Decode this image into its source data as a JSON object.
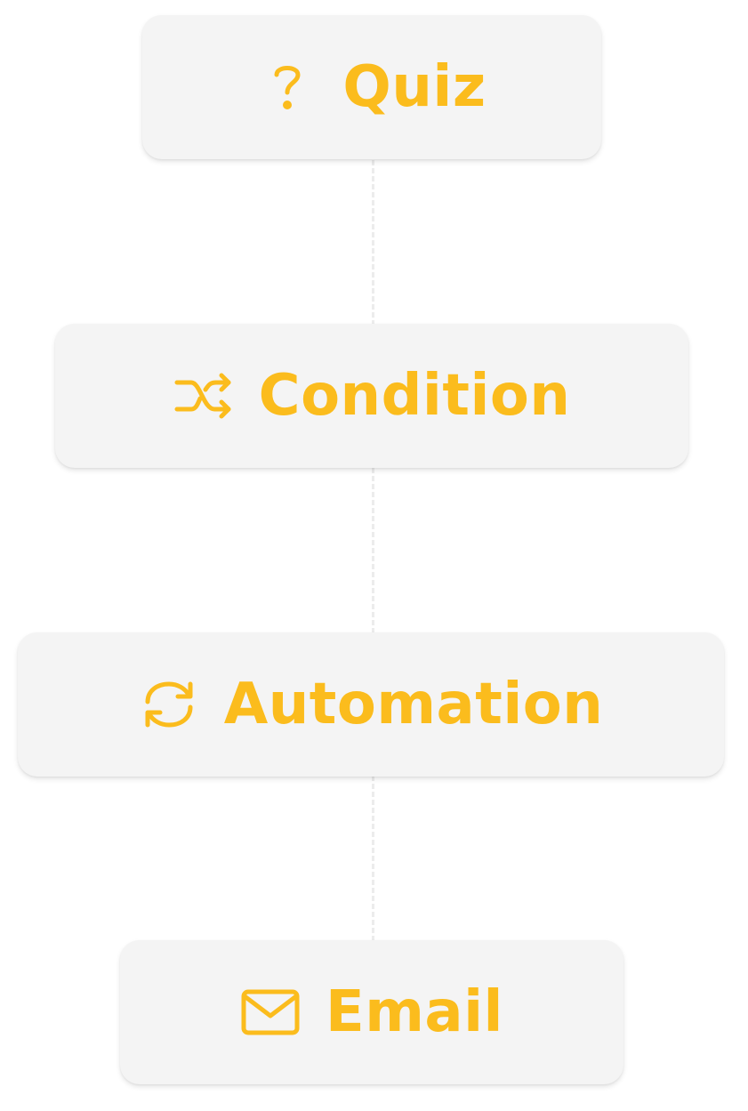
{
  "accent_color": "#FBBC1D",
  "nodes": [
    {
      "label": "Quiz",
      "icon": "question-mark-icon"
    },
    {
      "label": "Condition",
      "icon": "shuffle-icon"
    },
    {
      "label": "Automation",
      "icon": "refresh-icon"
    },
    {
      "label": "Email",
      "icon": "envelope-icon"
    }
  ]
}
